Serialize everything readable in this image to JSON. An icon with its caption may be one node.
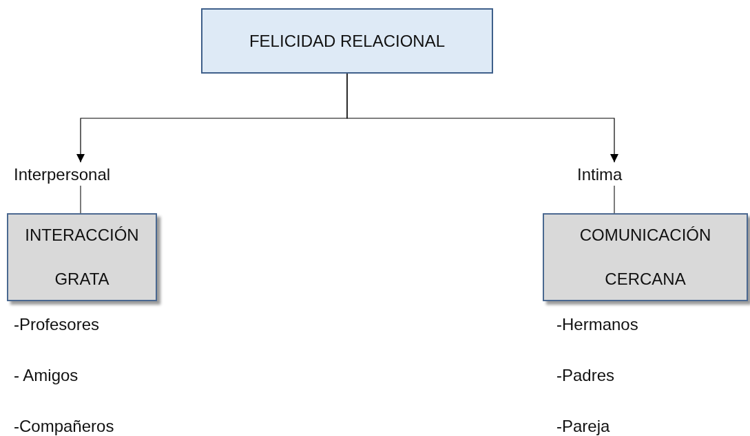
{
  "diagram": {
    "nodes": [
      {
        "text": [
          "FELICIDAD RELACIONAL"
        ]
      },
      {
        "text": [
          "Interpersonal"
        ]
      },
      {
        "text": [
          "Intima"
        ]
      },
      {
        "text": [
          "INTERACCIÓN GRATA"
        ],
        "beside": [
          "-Profesores",
          "- Amigos",
          "-Compañeros"
        ]
      },
      {
        "text": [
          "COMUNICACIÓN CERCANA"
        ],
        "beside": [
          "-Hermanos",
          "-Padres",
          "-Pareja"
        ]
      }
    ],
    "edges": [
      {
        "from": 0,
        "to": 1,
        "arrow": "to"
      },
      {
        "from": 0,
        "to": 2,
        "arrow": "to"
      },
      {
        "from": 1,
        "to": 3,
        "arrow": "none"
      },
      {
        "from": 2,
        "to": 4,
        "arrow": "none"
      }
    ]
  }
}
